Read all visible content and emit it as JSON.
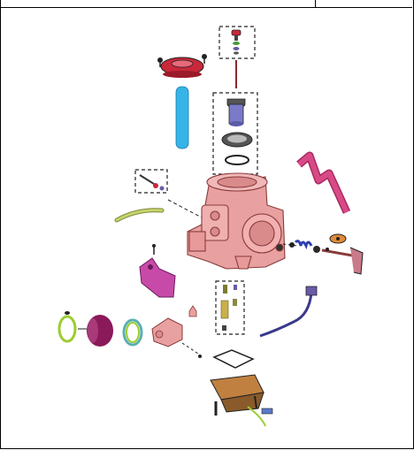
{
  "diagram": {
    "kind": "exploded carburetor parts diagram",
    "text_labels": [],
    "colors": {
      "body": "#e8a0a0",
      "body_stroke": "#b35a5a",
      "outline": "#222222",
      "slide": "#35b4e8",
      "cap_red": "#c8283a",
      "hose_pink": "#d84a86",
      "hose_yellow": "#c9d36a",
      "solenoid_magenta": "#8a1a5a",
      "ring_green": "#9ccc30",
      "bowl_brown": "#c08040",
      "needle_purple": "#6a5aa8"
    },
    "parts": [
      "carburetor-body",
      "top-cap",
      "throttle-slide",
      "jet-needle-group",
      "diaphragm-spring-group",
      "float-bowl",
      "solenoid-assembly",
      "throttle-cable-bracket",
      "vent-hose",
      "tps-sensor",
      "idle-screw-assembly",
      "pilot-jet-group",
      "drain-hose",
      "bent-pipe"
    ]
  }
}
